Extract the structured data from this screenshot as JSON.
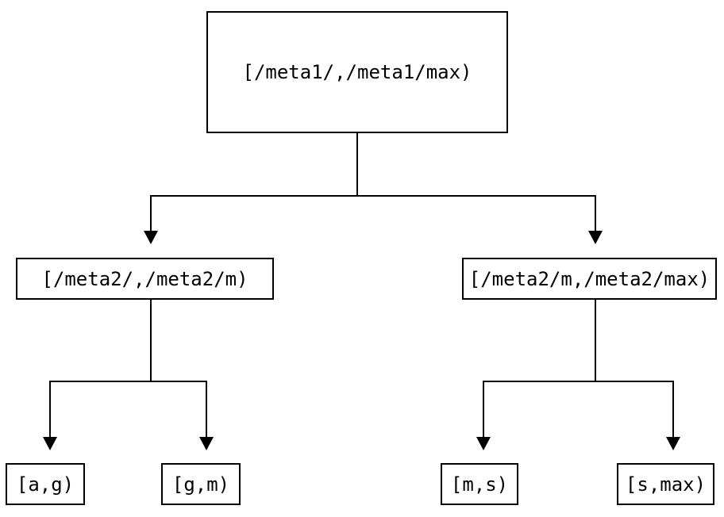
{
  "diagram": {
    "background_color": "#ffffff",
    "line_color": "#000000",
    "text_color": "#000000",
    "nodes": {
      "root": {
        "label": "[/meta1/,/meta1/max)"
      },
      "left": {
        "label": "[/meta2/,/meta2/m)"
      },
      "right": {
        "label": "[/meta2/m,/meta2/max)"
      },
      "ag": {
        "label": "[a,g)"
      },
      "gm": {
        "label": "[g,m)"
      },
      "ms": {
        "label": "[m,s)"
      },
      "smax": {
        "label": "[s,max)"
      }
    },
    "edges": [
      {
        "from": "root",
        "to": "left"
      },
      {
        "from": "root",
        "to": "right"
      },
      {
        "from": "left",
        "to": "ag"
      },
      {
        "from": "left",
        "to": "gm"
      },
      {
        "from": "right",
        "to": "ms"
      },
      {
        "from": "right",
        "to": "smax"
      }
    ]
  }
}
